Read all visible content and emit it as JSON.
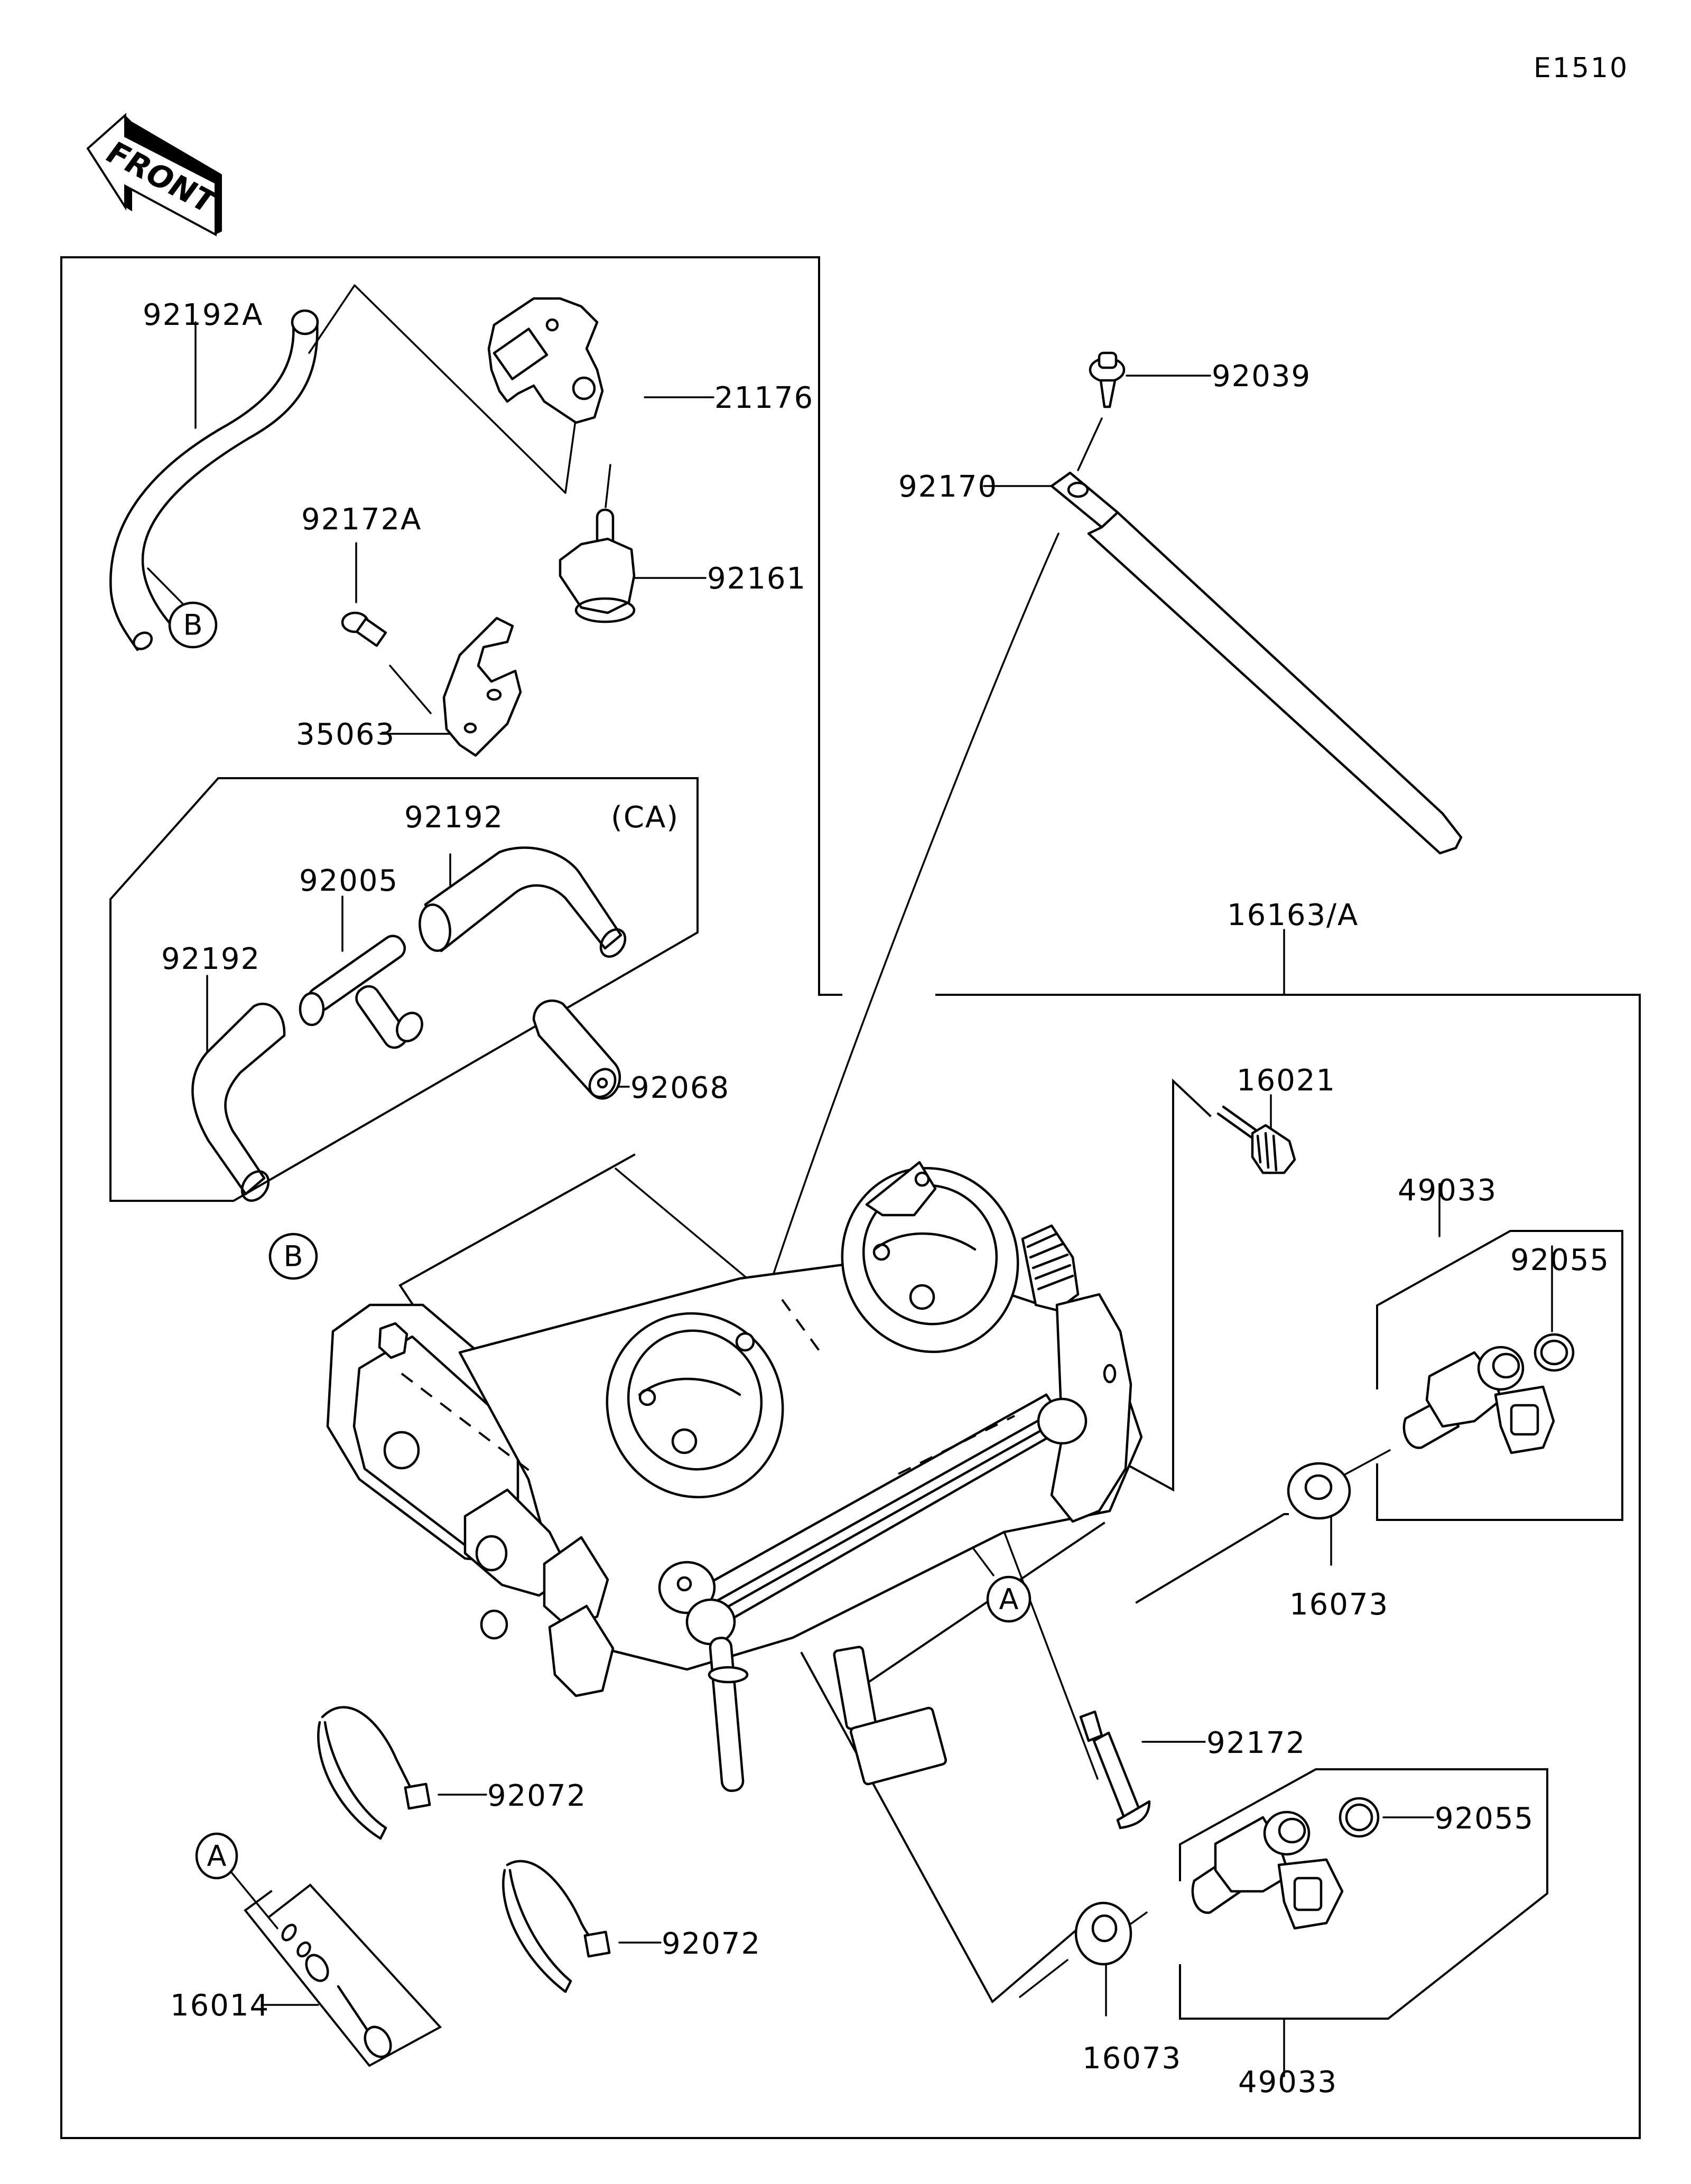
{
  "diagram": {
    "code": "E1510",
    "front_label": "FRONT",
    "title": "Throttle body parts diagram"
  },
  "callouts": {
    "p92192A": "92192A",
    "p21176": "21176",
    "p92172A": "92172A",
    "p92161": "92161",
    "p35063": "35063",
    "p92192_upper": "92192",
    "p92192_lower": "92192",
    "p92005": "92005",
    "ca": "(CA)",
    "p92068": "92068",
    "p92039": "92039",
    "p92170": "92170",
    "p16163A": "16163/A",
    "p16021": "16021",
    "p49033_upper": "49033",
    "p92055_upper": "92055",
    "p16073_upper": "16073",
    "p92172": "92172",
    "p92072_upper": "92072",
    "p92072_lower": "92072",
    "p16014": "16014",
    "p92055_lower": "92055",
    "p49033_lower": "49033",
    "p16073_lower": "16073"
  },
  "references": {
    "b_top": "B",
    "b_body": "B",
    "a_body": "A",
    "a_kit": "A"
  }
}
